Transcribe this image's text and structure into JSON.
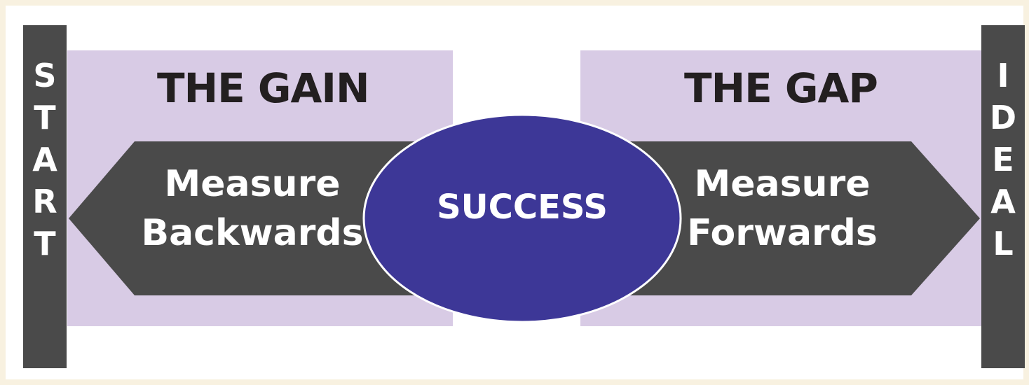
{
  "start_bar": {
    "letters": [
      "S",
      "T",
      "A",
      "R",
      "T"
    ]
  },
  "ideal_bar": {
    "letters": [
      "I",
      "D",
      "E",
      "A",
      "L"
    ]
  },
  "gain": {
    "title": "THE GAIN",
    "line1": "Measure",
    "line2": "Backwards"
  },
  "gap": {
    "title": "THE GAP",
    "line1": "Measure",
    "line2": "Forwards"
  },
  "center": {
    "label": "SUCCESS"
  },
  "colors": {
    "panel": "#d8cbe5",
    "arrow": "#4a4a4a",
    "ellipse": "#3d3797",
    "heading": "#231f20",
    "background": "#f8f1e0"
  }
}
